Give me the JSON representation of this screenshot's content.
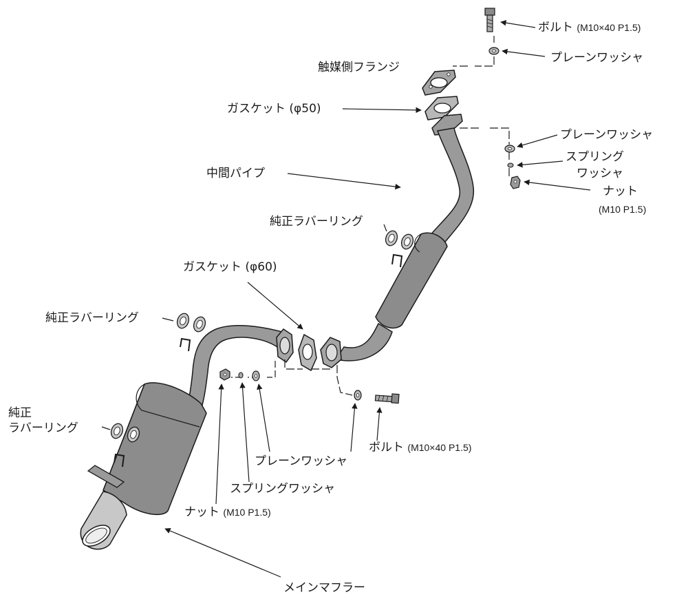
{
  "colors": {
    "part_fill": "#9a9a9a",
    "part_dark": "#6e6e6e",
    "part_light": "#c8c8c8",
    "outline": "#1a1a1a",
    "background": "#ffffff"
  },
  "labels": {
    "bolt_top": "ボルト",
    "bolt_top_spec": "(M10×40 P1.5)",
    "plain_washer_top": "プレーンワッシャ",
    "catalyst_flange": "触媒側フランジ",
    "gasket_50": "ガスケット (φ50)",
    "plain_washer_right": "プレーンワッシャ",
    "spring_washer_right_1": "スプリング",
    "spring_washer_right_2": "ワッシャ",
    "nut_right": "ナット",
    "nut_right_spec": "(M10 P1.5)",
    "mid_pipe": "中間パイプ",
    "rubber_ring_mid": "純正ラバーリング",
    "gasket_60": "ガスケット (φ60)",
    "rubber_ring_left": "純正ラバーリング",
    "rubber_ring_muffler_1": "純正",
    "rubber_ring_muffler_2": "ラバーリング",
    "bolt_bottom": "ボルト",
    "bolt_bottom_spec": "(M10×40 P1.5)",
    "plain_washer_bottom": "プレーンワッシャ",
    "spring_washer_bottom": "スプリングワッシャ",
    "nut_bottom": "ナット",
    "nut_bottom_spec": "(M10 P1.5)",
    "main_muffler": "メインマフラー"
  }
}
